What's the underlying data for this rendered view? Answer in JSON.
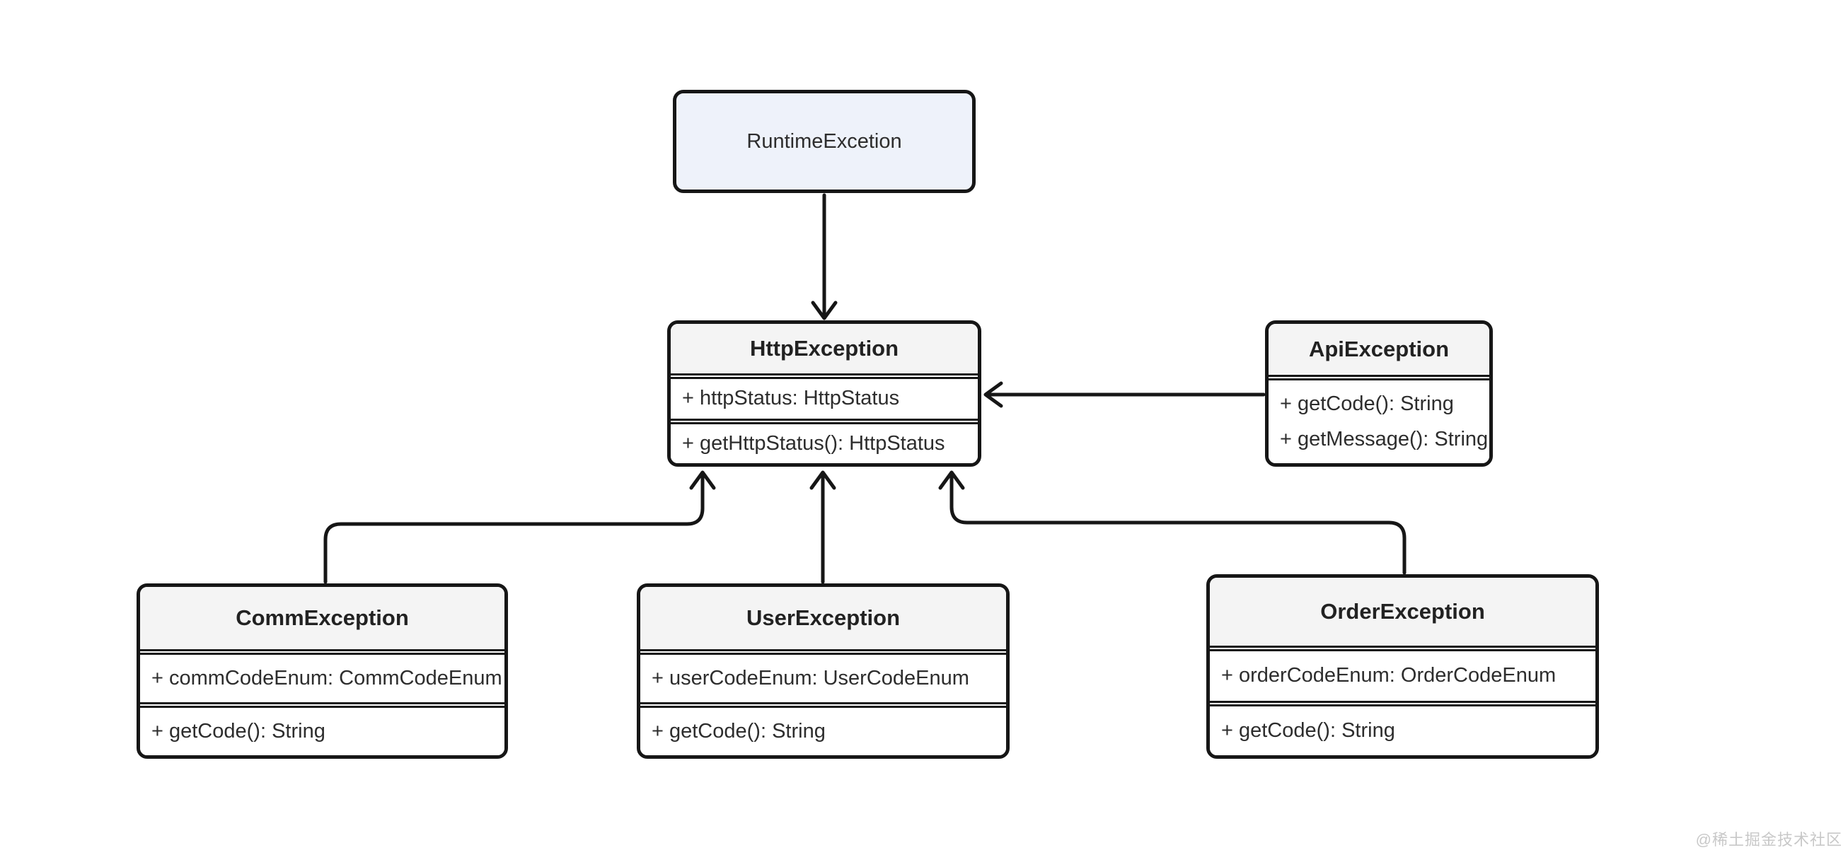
{
  "diagram": {
    "type": "uml-class-diagram",
    "classes": [
      {
        "name": "RuntimeExcetion",
        "attributes": [],
        "methods": []
      },
      {
        "name": "HttpException",
        "attributes": [
          "+ httpStatus: HttpStatus"
        ],
        "methods": [
          "+ getHttpStatus(): HttpStatus"
        ]
      },
      {
        "name": "ApiException",
        "attributes": [],
        "methods": [
          "+ getCode(): String",
          "+ getMessage(): String"
        ]
      },
      {
        "name": "CommException",
        "attributes": [
          "+ commCodeEnum: CommCodeEnum"
        ],
        "methods": [
          "+ getCode(): String"
        ]
      },
      {
        "name": "UserException",
        "attributes": [
          "+ userCodeEnum: UserCodeEnum"
        ],
        "methods": [
          "+ getCode(): String"
        ]
      },
      {
        "name": "OrderException",
        "attributes": [
          "+ orderCodeEnum: OrderCodeEnum"
        ],
        "methods": [
          "+ getCode(): String"
        ]
      }
    ],
    "relationships": [
      {
        "from": "RuntimeExcetion",
        "to": "HttpException",
        "arrow": "open",
        "direction": "down"
      },
      {
        "from": "ApiException",
        "to": "HttpException",
        "arrow": "open",
        "direction": "left"
      },
      {
        "from": "CommException",
        "to": "HttpException",
        "arrow": "open",
        "direction": "up"
      },
      {
        "from": "UserException",
        "to": "HttpException",
        "arrow": "open",
        "direction": "up"
      },
      {
        "from": "OrderException",
        "to": "HttpException",
        "arrow": "open",
        "direction": "up"
      }
    ],
    "colors": {
      "stroke": "#161616",
      "runtime_fill": "#eef2fa",
      "header_fill": "#f4f4f4",
      "body_fill": "#ffffff",
      "text": "#2d2d2d",
      "watermark": "#c8c8c8"
    },
    "watermark": "@稀土掘金技术社区"
  }
}
